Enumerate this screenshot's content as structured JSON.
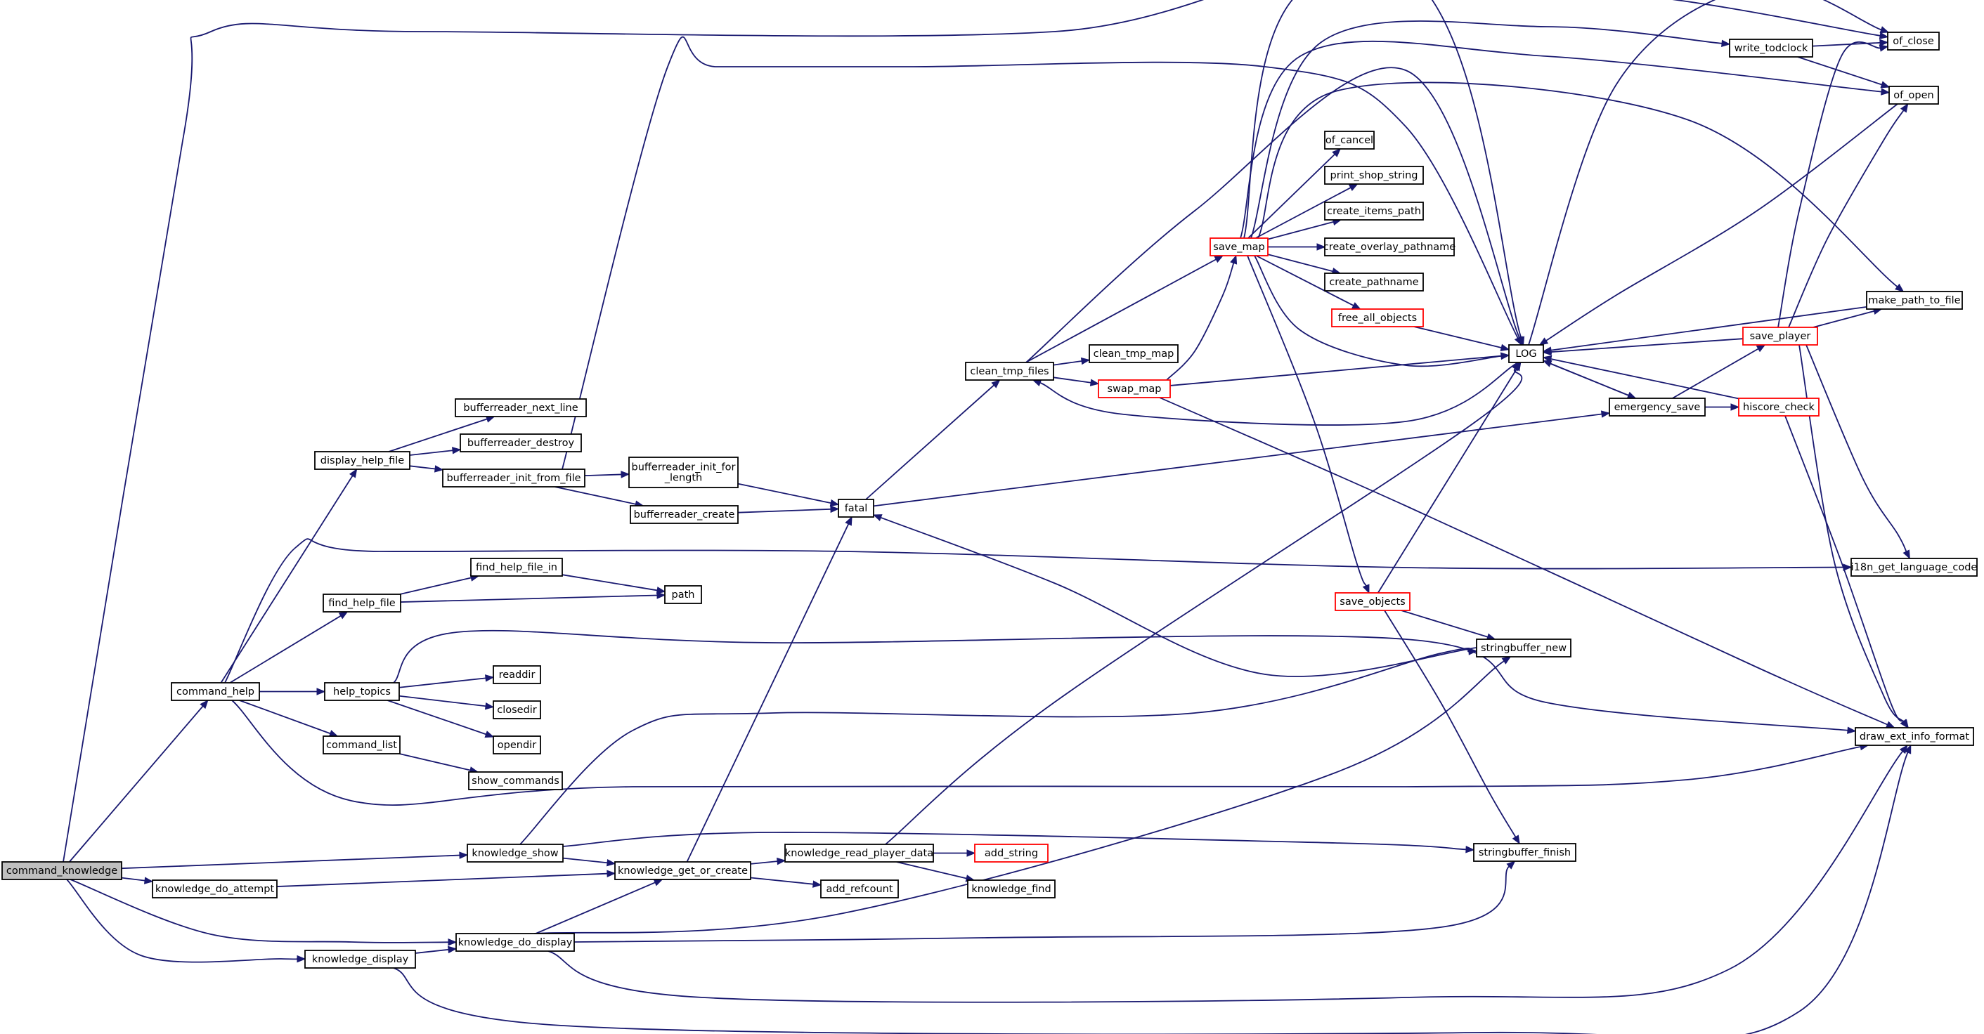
{
  "graph": {
    "colors": {
      "edge": "#191970",
      "root_fill": "#bfbfbf",
      "truncated_border": "#ff0000",
      "node_border": "#000000"
    },
    "nodes": [
      {
        "id": "command_knowledge",
        "label": "command_knowledge",
        "root": true
      },
      {
        "id": "command_help",
        "label": "command_help"
      },
      {
        "id": "knowledge_do_attempt",
        "label": "knowledge_do_attempt"
      },
      {
        "id": "knowledge_display",
        "label": "knowledge_display"
      },
      {
        "id": "display_help_file",
        "label": "display_help_file"
      },
      {
        "id": "find_help_file",
        "label": "find_help_file"
      },
      {
        "id": "help_topics",
        "label": "help_topics"
      },
      {
        "id": "command_list",
        "label": "command_list"
      },
      {
        "id": "bufferreader_next_line",
        "label": "bufferreader_next_line"
      },
      {
        "id": "bufferreader_destroy",
        "label": "bufferreader_destroy"
      },
      {
        "id": "bufferreader_init_from_file",
        "label": "bufferreader_init_from_file"
      },
      {
        "id": "find_help_file_in",
        "label": "find_help_file_in"
      },
      {
        "id": "readdir",
        "label": "readdir"
      },
      {
        "id": "closedir",
        "label": "closedir"
      },
      {
        "id": "opendir",
        "label": "opendir"
      },
      {
        "id": "show_commands",
        "label": "show_commands"
      },
      {
        "id": "knowledge_show",
        "label": "knowledge_show"
      },
      {
        "id": "knowledge_do_display",
        "label": "knowledge_do_display"
      },
      {
        "id": "bufferreader_init_for_length",
        "label": "bufferreader_init_for\n_length"
      },
      {
        "id": "bufferreader_create",
        "label": "bufferreader_create"
      },
      {
        "id": "path",
        "label": "path"
      },
      {
        "id": "knowledge_get_or_create",
        "label": "knowledge_get_or_create"
      },
      {
        "id": "fatal",
        "label": "fatal"
      },
      {
        "id": "knowledge_read_player_data",
        "label": "knowledge_read_player_data"
      },
      {
        "id": "add_refcount",
        "label": "add_refcount"
      },
      {
        "id": "add_string",
        "label": "add_string",
        "truncated": true
      },
      {
        "id": "knowledge_find",
        "label": "knowledge_find"
      },
      {
        "id": "clean_tmp_files",
        "label": "clean_tmp_files"
      },
      {
        "id": "clean_tmp_map",
        "label": "clean_tmp_map"
      },
      {
        "id": "swap_map",
        "label": "swap_map",
        "truncated": true
      },
      {
        "id": "save_map",
        "label": "save_map",
        "truncated": true
      },
      {
        "id": "save_objects",
        "label": "save_objects",
        "truncated": true
      },
      {
        "id": "of_cancel",
        "label": "of_cancel"
      },
      {
        "id": "print_shop_string",
        "label": "print_shop_string"
      },
      {
        "id": "create_items_path",
        "label": "create_items_path"
      },
      {
        "id": "create_overlay_pathname",
        "label": "create_overlay_pathname"
      },
      {
        "id": "create_pathname",
        "label": "create_pathname"
      },
      {
        "id": "free_all_objects",
        "label": "free_all_objects",
        "truncated": true
      },
      {
        "id": "stringbuffer_new",
        "label": "stringbuffer_new"
      },
      {
        "id": "stringbuffer_finish",
        "label": "stringbuffer_finish"
      },
      {
        "id": "LOG",
        "label": "LOG"
      },
      {
        "id": "emergency_save",
        "label": "emergency_save"
      },
      {
        "id": "write_todclock",
        "label": "write_todclock"
      },
      {
        "id": "save_player",
        "label": "save_player",
        "truncated": true
      },
      {
        "id": "hiscore_check",
        "label": "hiscore_check",
        "truncated": true
      },
      {
        "id": "of_close",
        "label": "of_close"
      },
      {
        "id": "of_open",
        "label": "of_open"
      },
      {
        "id": "make_path_to_file",
        "label": "make_path_to_file"
      },
      {
        "id": "i18n_get_language_code",
        "label": "i18n_get_language_code"
      },
      {
        "id": "draw_ext_info_format",
        "label": "draw_ext_info_format"
      }
    ],
    "edges": [
      [
        "command_knowledge",
        "LOG"
      ],
      [
        "command_knowledge",
        "command_help"
      ],
      [
        "command_knowledge",
        "knowledge_show"
      ],
      [
        "command_knowledge",
        "knowledge_do_attempt"
      ],
      [
        "command_knowledge",
        "knowledge_do_display"
      ],
      [
        "command_knowledge",
        "knowledge_display"
      ],
      [
        "command_help",
        "display_help_file"
      ],
      [
        "command_help",
        "find_help_file"
      ],
      [
        "command_help",
        "help_topics"
      ],
      [
        "command_help",
        "command_list"
      ],
      [
        "command_help",
        "i18n_get_language_code"
      ],
      [
        "command_help",
        "draw_ext_info_format"
      ],
      [
        "display_help_file",
        "bufferreader_next_line"
      ],
      [
        "display_help_file",
        "bufferreader_destroy"
      ],
      [
        "display_help_file",
        "bufferreader_init_from_file"
      ],
      [
        "bufferreader_init_from_file",
        "LOG"
      ],
      [
        "bufferreader_init_from_file",
        "bufferreader_init_for_length"
      ],
      [
        "bufferreader_init_from_file",
        "bufferreader_create"
      ],
      [
        "bufferreader_init_for_length",
        "fatal"
      ],
      [
        "bufferreader_create",
        "fatal"
      ],
      [
        "find_help_file",
        "find_help_file_in"
      ],
      [
        "find_help_file",
        "path"
      ],
      [
        "find_help_file_in",
        "path"
      ],
      [
        "help_topics",
        "readdir"
      ],
      [
        "help_topics",
        "closedir"
      ],
      [
        "help_topics",
        "opendir"
      ],
      [
        "help_topics",
        "draw_ext_info_format"
      ],
      [
        "command_list",
        "show_commands"
      ],
      [
        "knowledge_show",
        "knowledge_get_or_create"
      ],
      [
        "knowledge_show",
        "stringbuffer_new"
      ],
      [
        "knowledge_show",
        "stringbuffer_finish"
      ],
      [
        "knowledge_do_attempt",
        "knowledge_get_or_create"
      ],
      [
        "knowledge_display",
        "knowledge_do_display"
      ],
      [
        "knowledge_display",
        "draw_ext_info_format"
      ],
      [
        "knowledge_do_display",
        "knowledge_get_or_create"
      ],
      [
        "knowledge_do_display",
        "stringbuffer_new"
      ],
      [
        "knowledge_do_display",
        "stringbuffer_finish"
      ],
      [
        "knowledge_do_display",
        "draw_ext_info_format"
      ],
      [
        "knowledge_get_or_create",
        "fatal"
      ],
      [
        "knowledge_get_or_create",
        "knowledge_read_player_data"
      ],
      [
        "knowledge_get_or_create",
        "add_refcount"
      ],
      [
        "knowledge_read_player_data",
        "LOG"
      ],
      [
        "knowledge_read_player_data",
        "add_string"
      ],
      [
        "knowledge_read_player_data",
        "knowledge_find"
      ],
      [
        "fatal",
        "clean_tmp_files"
      ],
      [
        "fatal",
        "emergency_save"
      ],
      [
        "clean_tmp_files",
        "LOG"
      ],
      [
        "clean_tmp_files",
        "save_map"
      ],
      [
        "clean_tmp_files",
        "clean_tmp_map"
      ],
      [
        "clean_tmp_files",
        "swap_map"
      ],
      [
        "swap_map",
        "save_map"
      ],
      [
        "swap_map",
        "LOG"
      ],
      [
        "swap_map",
        "draw_ext_info_format"
      ],
      [
        "save_map",
        "of_close"
      ],
      [
        "save_map",
        "of_open"
      ],
      [
        "save_map",
        "write_todclock"
      ],
      [
        "save_map",
        "make_path_to_file"
      ],
      [
        "save_map",
        "of_cancel"
      ],
      [
        "save_map",
        "print_shop_string"
      ],
      [
        "save_map",
        "create_items_path"
      ],
      [
        "save_map",
        "create_overlay_pathname"
      ],
      [
        "save_map",
        "create_pathname"
      ],
      [
        "save_map",
        "free_all_objects"
      ],
      [
        "save_map",
        "LOG"
      ],
      [
        "save_map",
        "save_objects"
      ],
      [
        "free_all_objects",
        "LOG"
      ],
      [
        "save_objects",
        "LOG"
      ],
      [
        "save_objects",
        "stringbuffer_new"
      ],
      [
        "save_objects",
        "stringbuffer_finish"
      ],
      [
        "stringbuffer_new",
        "fatal"
      ],
      [
        "LOG",
        "clean_tmp_files"
      ],
      [
        "LOG",
        "emergency_save"
      ],
      [
        "emergency_save",
        "LOG"
      ],
      [
        "emergency_save",
        "save_player"
      ],
      [
        "emergency_save",
        "hiscore_check"
      ],
      [
        "write_todclock",
        "of_close"
      ],
      [
        "write_todclock",
        "of_open"
      ],
      [
        "save_player",
        "LOG"
      ],
      [
        "save_player",
        "of_close"
      ],
      [
        "save_player",
        "of_open"
      ],
      [
        "save_player",
        "make_path_to_file"
      ],
      [
        "save_player",
        "i18n_get_language_code"
      ],
      [
        "save_player",
        "draw_ext_info_format"
      ],
      [
        "hiscore_check",
        "LOG"
      ],
      [
        "hiscore_check",
        "draw_ext_info_format"
      ],
      [
        "make_path_to_file",
        "LOG"
      ],
      [
        "of_open",
        "LOG"
      ],
      [
        "LOG",
        "of_close"
      ]
    ]
  }
}
